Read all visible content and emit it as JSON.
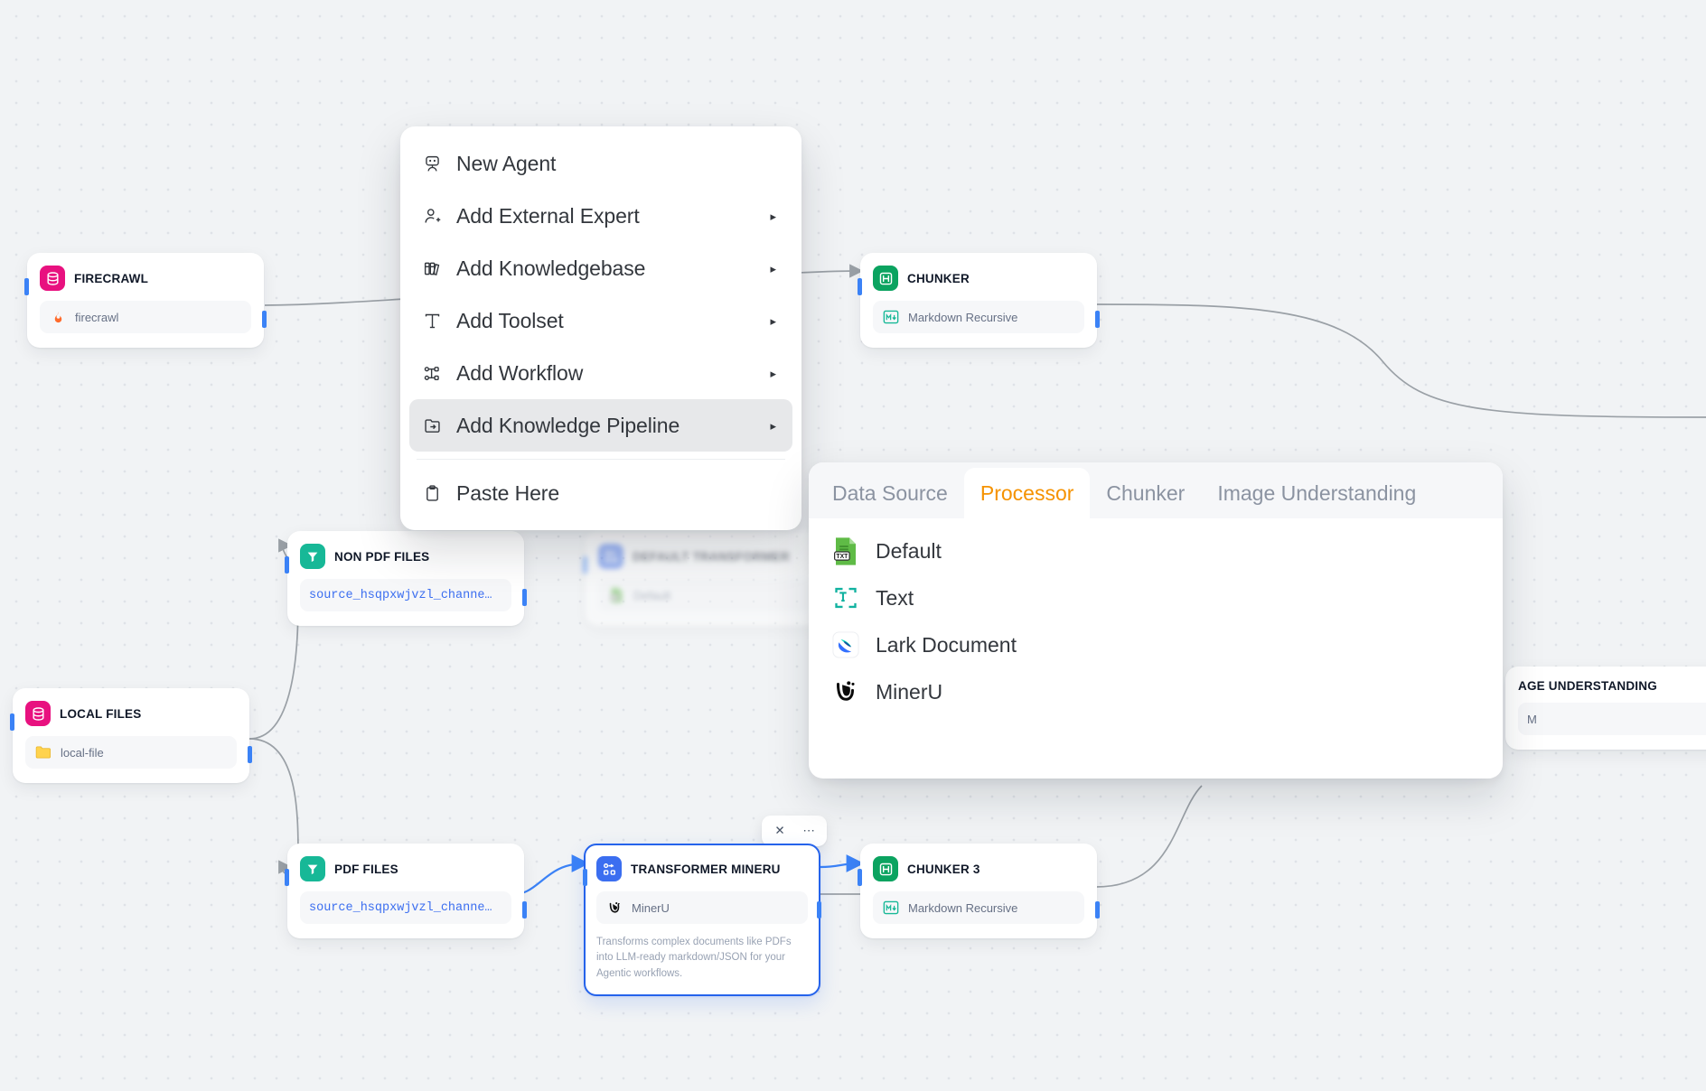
{
  "canvas": {
    "background_color": "#f1f3f5",
    "dot_color": "#dfe2e7",
    "edge_color": "#9aa0a6",
    "accent_blue": "#3b82f6",
    "accent_orange": "#f59200"
  },
  "nodes": [
    {
      "id": "firecrawl",
      "title": "FIRECRAWL",
      "badge": "database-icon",
      "badge_color": "#e8117f",
      "row_icon": "flame-icon",
      "row_text": "firecrawl",
      "row_mono": false
    },
    {
      "id": "chunker",
      "title": "CHUNKER",
      "badge": "chunker-icon",
      "badge_color": "#0ba360",
      "row_icon": "markdown-icon",
      "row_text": "Markdown Recursive",
      "row_mono": false
    },
    {
      "id": "non-pdf-files",
      "title": "NON PDF FILES",
      "badge": "filter-icon",
      "badge_color": "#17b897",
      "row_icon": "none",
      "row_text": "source_hsqpxwjvzl_channe…",
      "row_mono": true
    },
    {
      "id": "default-transformer",
      "title": "DEFAULT TRANSFORMER",
      "badge": "transformer-icon",
      "badge_color": "#3b6ef0",
      "row_icon": "txt-file-icon",
      "row_text": "Default",
      "row_mono": false
    },
    {
      "id": "local-files",
      "title": "LOCAL FILES",
      "badge": "database-icon",
      "badge_color": "#e8117f",
      "row_icon": "folder-icon",
      "row_text": "local-file",
      "row_mono": false
    },
    {
      "id": "pdf-files",
      "title": "PDF FILES",
      "badge": "filter-icon",
      "badge_color": "#17b897",
      "row_icon": "none",
      "row_text": "source_hsqpxwjvzl_channe…",
      "row_mono": true
    },
    {
      "id": "transformer-mineru",
      "title": "TRANSFORMER MINERU",
      "badge": "transformer-icon",
      "badge_color": "#3b6ef0",
      "row_icon": "mineru-icon",
      "row_text": "MinerU",
      "row_mono": false,
      "description": "Transforms complex documents like PDFs into LLM-ready markdown/JSON for your Agentic workflows.",
      "selected": true
    },
    {
      "id": "chunker-3",
      "title": "CHUNKER 3",
      "badge": "chunker-icon",
      "badge_color": "#0ba360",
      "row_icon": "markdown-icon",
      "row_text": "Markdown Recursive",
      "row_mono": false
    },
    {
      "id": "image-understanding",
      "title": "AGE UNDERSTANDING",
      "badge": "none",
      "badge_color": "#7c3aed",
      "row_icon": "none",
      "row_text": "M",
      "row_mono": false
    }
  ],
  "node_toolbar": {
    "close_label": "✕",
    "more_label": "⋯"
  },
  "context_menu": {
    "items": [
      {
        "label": "New Agent",
        "icon": "robot-icon",
        "submenu": false,
        "active": false
      },
      {
        "label": "Add External Expert",
        "icon": "user-plus-icon",
        "submenu": true,
        "active": false
      },
      {
        "label": "Add Knowledgebase",
        "icon": "books-icon",
        "submenu": true,
        "active": false
      },
      {
        "label": "Add Toolset",
        "icon": "toolset-icon",
        "submenu": true,
        "active": false
      },
      {
        "label": "Add Workflow",
        "icon": "workflow-icon",
        "submenu": true,
        "active": false
      },
      {
        "label": "Add Knowledge Pipeline",
        "icon": "pipeline-icon",
        "submenu": true,
        "active": true
      }
    ],
    "footer_items": [
      {
        "label": "Paste Here",
        "icon": "clipboard-icon",
        "submenu": false,
        "active": false
      }
    ],
    "chevron": "▸"
  },
  "sub_panel": {
    "tabs": [
      {
        "label": "Data Source",
        "active": false
      },
      {
        "label": "Processor",
        "active": true
      },
      {
        "label": "Chunker",
        "active": false
      },
      {
        "label": "Image Understanding",
        "active": false
      }
    ],
    "items": [
      {
        "label": "Default",
        "icon": "txt-file-icon"
      },
      {
        "label": "Text",
        "icon": "text-box-icon"
      },
      {
        "label": "Lark Document",
        "icon": "lark-icon"
      },
      {
        "label": "MinerU",
        "icon": "mineru-icon"
      }
    ]
  }
}
